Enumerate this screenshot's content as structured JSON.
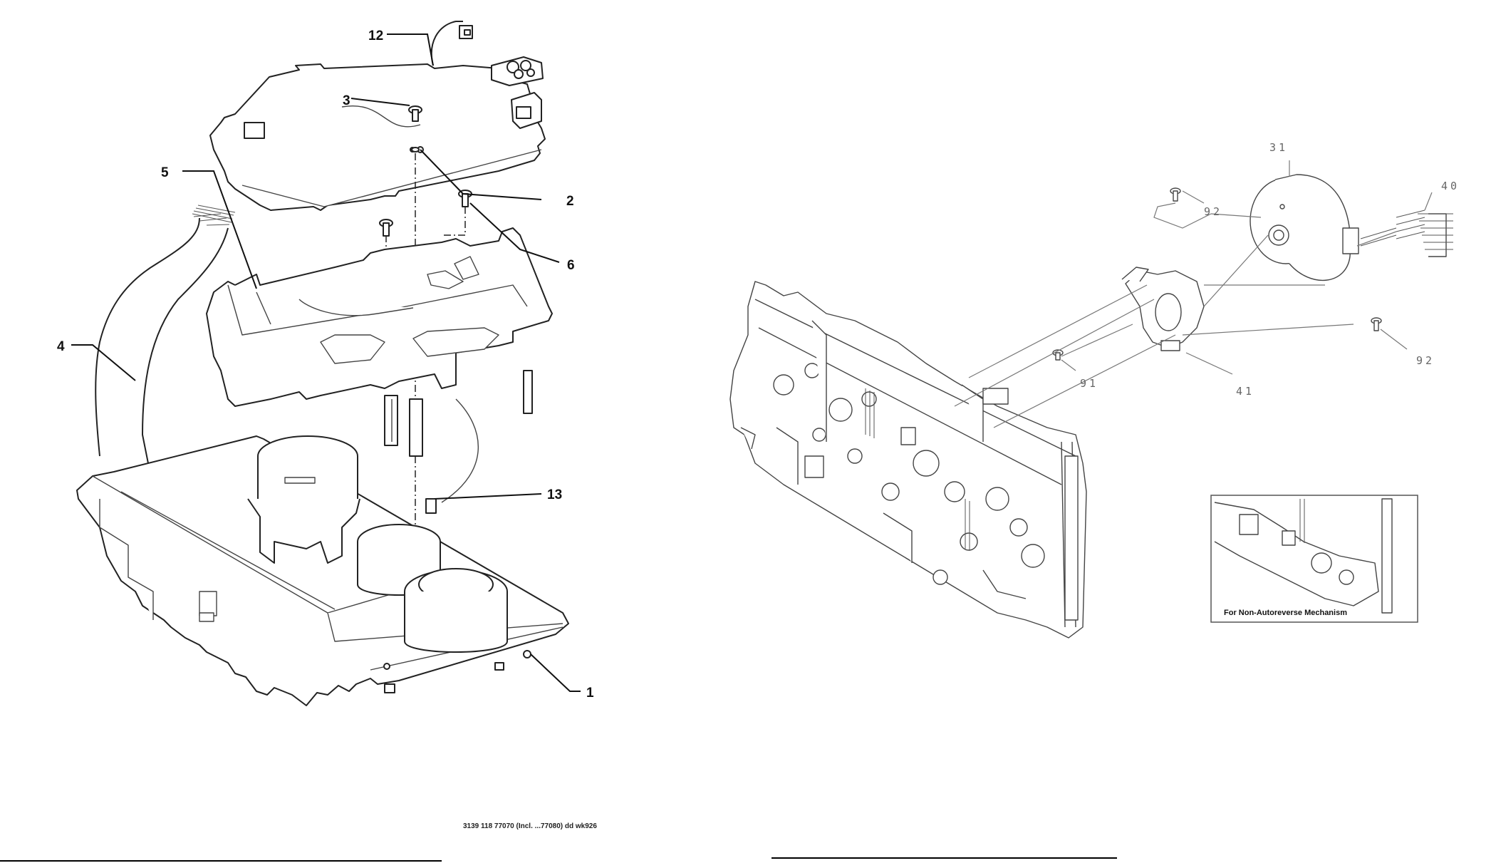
{
  "left_diagram": {
    "callouts": {
      "c12": "12",
      "c3": "3",
      "c5": "5",
      "c2": "2",
      "c6": "6",
      "c4": "4",
      "c13": "13",
      "c1": "1"
    },
    "doc_reference": "3139 118 77070 (Incl. ...77080) dd wk926"
  },
  "right_diagram": {
    "callouts": {
      "c31": "31",
      "c40": "40",
      "c92a": "92",
      "c92b": "92",
      "c91": "91",
      "c41": "41"
    },
    "inset_caption": "For Non-Autoreverse Mechanism"
  }
}
